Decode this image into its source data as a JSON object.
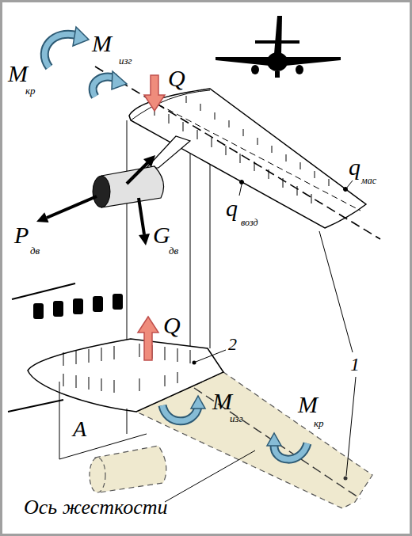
{
  "diagram": {
    "labels": [
      "M",
      "кр",
      "M",
      "изг",
      "Q",
      "q",
      "мас",
      "P",
      "дв",
      "G",
      "дв",
      "q",
      "возд",
      "Q",
      "2",
      "M",
      "изг",
      "M",
      "кр",
      "1",
      "A",
      "Ось жесткости"
    ]
  }
}
